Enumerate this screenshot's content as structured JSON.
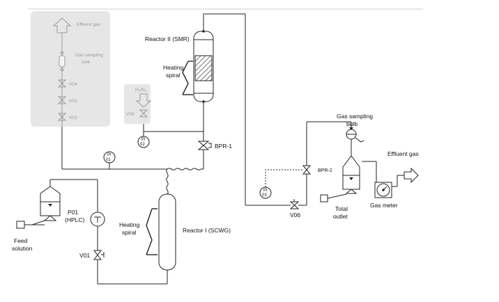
{
  "labels": {
    "effluent_gas_top": "Effluent gas",
    "gas_sampling_bulb_top": "Gas sampling\nbulb",
    "v04": "V04",
    "v03": "V03",
    "v02": "V02",
    "h2n2": "H₂/N₂",
    "v05": "V05",
    "pi02": "PI\n02",
    "pi01": "PI\n01",
    "pi03": "PI\n03",
    "reactor2": "Reactor II (SMR)",
    "heating_spiral_2": "Heating\nspiral",
    "bpr1": "BPR-1",
    "bpr2": "BPR-2",
    "gas_sampling_bulb_right": "Gas sampling\nbulb",
    "effluent_gas_right": "Effluent gas",
    "v06": "V06",
    "total_outlet": "Total\noutlet",
    "gas_meter": "Gas meter",
    "p01": "P01\n(HPLC)",
    "heating_spiral_1": "Heating\nspiral",
    "reactor1": "Reactor I (SCWG)",
    "feed_solution": "Feed\nsolution",
    "v01": "V01"
  },
  "colors": {
    "line": "#222222",
    "grey_panel": "#e6e6e6",
    "grey_text": "#9a9a9a",
    "top_rule": "#cfcfcf"
  }
}
